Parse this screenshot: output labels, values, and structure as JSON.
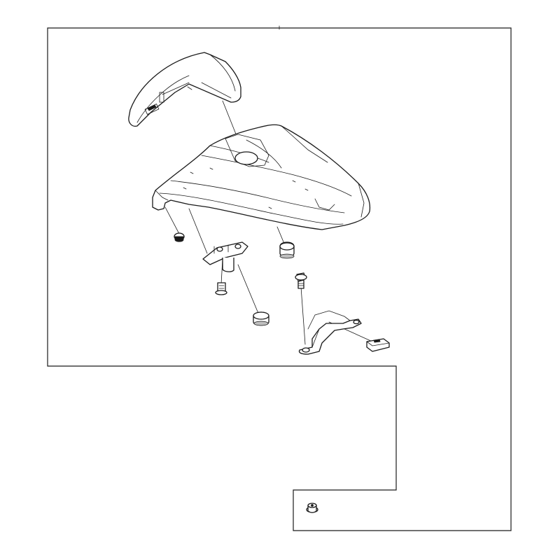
{
  "diagram": {
    "parts": [
      {
        "id": "seat-cowl-cover",
        "icon": "cowl-cover-icon"
      },
      {
        "id": "seat-cowl-body",
        "icon": "cowl-body-icon"
      },
      {
        "id": "grommet-left",
        "icon": "grommet-icon"
      },
      {
        "id": "mounting-bracket",
        "icon": "bracket-icon"
      },
      {
        "id": "grommet-right",
        "icon": "grommet-icon"
      },
      {
        "id": "bolt",
        "icon": "bolt-icon"
      },
      {
        "id": "grommet-lower",
        "icon": "grommet-icon"
      },
      {
        "id": "flange-bolt",
        "icon": "bolt-icon"
      },
      {
        "id": "lock-bracket",
        "icon": "bracket-icon"
      },
      {
        "id": "clip-nut",
        "icon": "clip-nut-icon"
      },
      {
        "id": "flange-nut",
        "icon": "nut-icon"
      }
    ]
  }
}
